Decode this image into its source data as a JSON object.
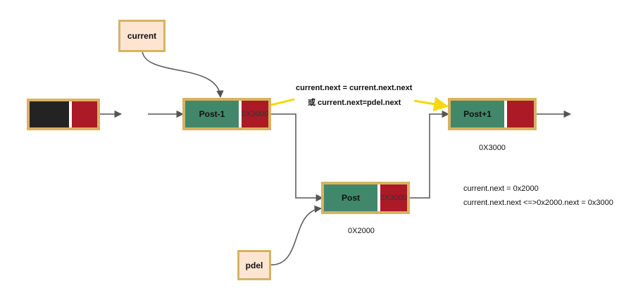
{
  "nodes": {
    "head": {},
    "post_prev": {
      "label": "Post-1",
      "next_value": "0X3000"
    },
    "post": {
      "label": "Post",
      "next_value": "0X3000",
      "address": "0X2000"
    },
    "post_next": {
      "label": "Post+1",
      "address": "0X3000"
    }
  },
  "pointers": {
    "current": "current",
    "pdel": "pdel"
  },
  "annotation": {
    "line1": "current.next =  current.next.next",
    "line2": "或 current.next=pdel.next"
  },
  "notes": {
    "line1": "current.next = 0x2000",
    "line2": "current.next.next <=>0x2000.next = 0x3000"
  },
  "colors": {
    "data_cell": "#41886b",
    "next_cell": "#ac1a27",
    "head_data_cell": "#232323",
    "node_border": "#d7b35f",
    "pointer_fill": "#fde5d2",
    "connector": "#555555",
    "highlight_arrow": "#f5d90a"
  }
}
